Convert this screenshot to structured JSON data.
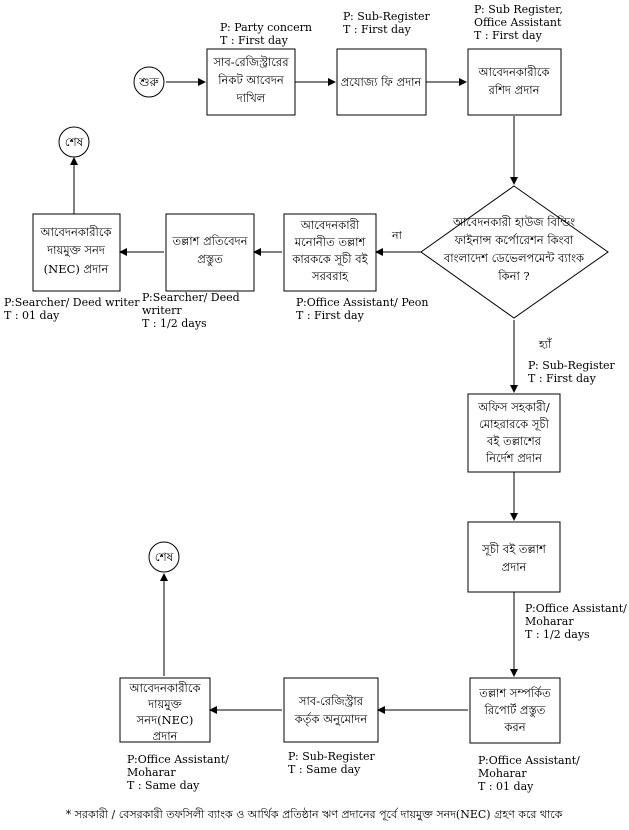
{
  "start": {
    "text": "শুরু"
  },
  "box_submit": {
    "lines": [
      "সাব-রেজিস্ট্রারের",
      "নিকট আবেদন",
      "দাখিল"
    ],
    "p": "P: Party concern",
    "t": "T : First day"
  },
  "box_fee": {
    "lines": [
      "প্রযোজ্য ফি প্রদান"
    ],
    "p": "P: Sub-Register",
    "t": "T : First day"
  },
  "box_receipt": {
    "lines": [
      "আবেদনকারীকে",
      "রশিদ প্রদান"
    ],
    "p": "P: Sub Register,",
    "p2": "Office Assistant",
    "t": "T : First day"
  },
  "decision": {
    "lines": [
      "আবেদনকারী হাউজ বিল্ডিং",
      "ফাইনান্স কর্পোরেশন কিংবা",
      "বাংলাদেশ ডেভেলপমেন্ট ব্যাংক",
      "কিনা ?"
    ],
    "no": "না",
    "yes": "হ্যাঁ"
  },
  "box_supply": {
    "lines": [
      "আবেদনকারী",
      "মনোনীত তল্লাশ",
      "কারককে সূচী বই",
      "সরবরাহ"
    ],
    "p": "P:Office Assistant/ Peon",
    "t": "T : First day"
  },
  "box_report_left": {
    "lines": [
      "তল্লাশ প্রতিবেদন",
      "প্রস্তুত"
    ],
    "p": "P:Searcher/ Deed",
    "p2": "writerr",
    "t": "T : 1/2 days"
  },
  "box_nec_left": {
    "lines": [
      "আবেদনকারীকে",
      "দায়মুক্ত সনদ",
      "(NEC) প্রদান"
    ],
    "p": "P:Searcher/ Deed writer",
    "t": "T : 01 day"
  },
  "end_top": {
    "text": "শেষ"
  },
  "box_instruct": {
    "lines": [
      "অফিস সহকারী/",
      "মোহরারকে সূচী",
      "বই তল্লাশের",
      "নির্দেশ প্রদান"
    ],
    "p": "P: Sub-Register",
    "t": "T : First day"
  },
  "box_index": {
    "lines": [
      "সূচী বই তল্লাশ",
      "প্রদান"
    ],
    "p": "P:Office Assistant/",
    "p2": "Moharar",
    "t": "T : 1/2 days"
  },
  "box_search_report": {
    "lines": [
      "তল্লাশ সম্পর্কিত",
      "রিপোর্ট প্রস্তুত",
      "করন"
    ],
    "p": "P:Office Assistant/",
    "p2": "Moharar",
    "t": "T : 01 day"
  },
  "box_approve": {
    "lines": [
      "সাব-রেজিস্ট্রার",
      "কর্তৃক অনুমোদন"
    ],
    "p": "P: Sub-Register",
    "t": "T : Same day"
  },
  "box_nec_bottom": {
    "lines": [
      "আবেদনকারীকে",
      "দায়মুক্ত",
      "সনদ(NEC)",
      "প্রদান"
    ],
    "p": "P:Office Assistant/",
    "p2": "Moharar",
    "t": "T : Same day"
  },
  "end_bottom": {
    "text": "শেষ"
  },
  "footnote": "* সরকারী / বেসরকারী তফসিলী ব্যাংক ও আর্থিক প্রতিষ্ঠান ঋণ প্রদানের পূর্বে দায়মুক্ত সনদ(NEC) গ্রহণ করে থাকে"
}
